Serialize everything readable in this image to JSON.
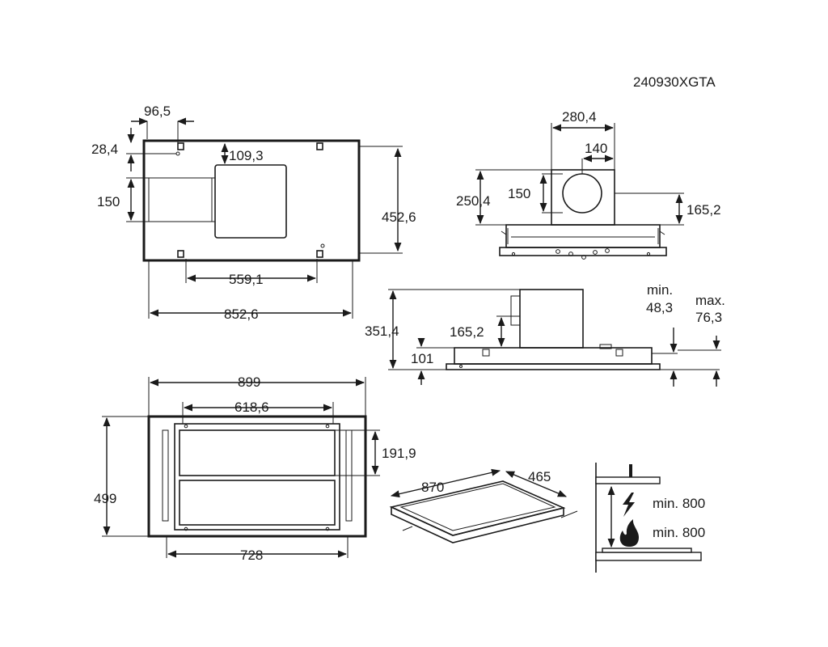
{
  "model_code": "240930XGTA",
  "top_view": {
    "d_96_5": "96,5",
    "d_28_4": "28,4",
    "d_109_3": "109,3",
    "d_150": "150",
    "d_452_6": "452,6",
    "d_559_1": "559,1",
    "d_852_6": "852,6"
  },
  "front_view": {
    "d_280_4": "280,4",
    "d_140": "140",
    "d_250_4": "250,4",
    "d_150": "150",
    "d_165_2": "165,2"
  },
  "side_view": {
    "d_351_4": "351,4",
    "d_165_2": "165,2",
    "d_101": "101",
    "min_label": "min.",
    "min_value": "48,3",
    "max_label": "max.",
    "max_value": "76,3"
  },
  "bottom_view": {
    "d_899": "899",
    "d_618_6": "618,6",
    "d_191_9": "191,9",
    "d_499": "499",
    "d_728": "728"
  },
  "perspective": {
    "d_870": "870",
    "d_465": "465"
  },
  "clearance": {
    "electric_label": "min. 800",
    "gas_label": "min. 800"
  },
  "icons": [
    "lightning-icon",
    "flame-icon"
  ]
}
